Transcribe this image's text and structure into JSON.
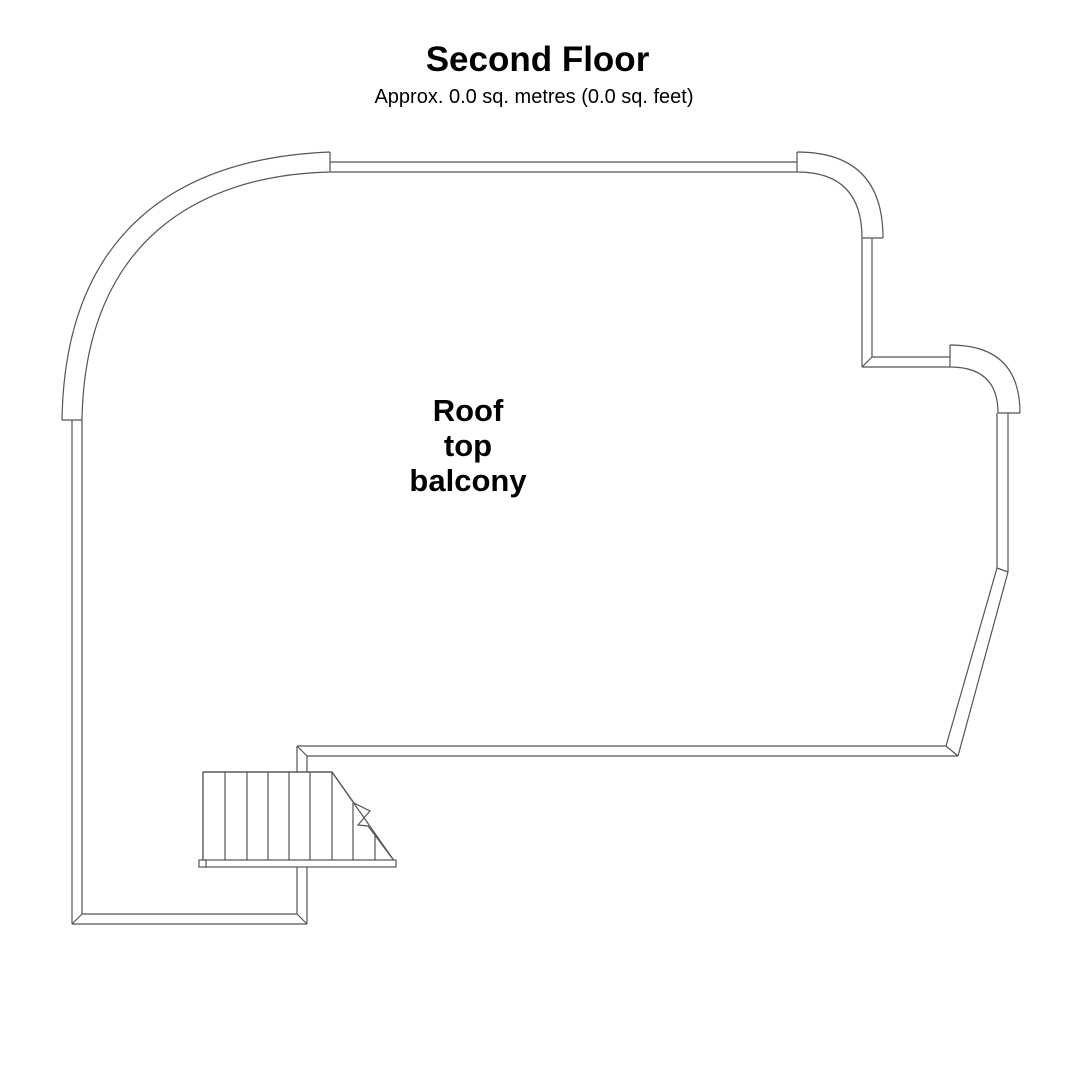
{
  "header": {
    "title": "Second Floor",
    "subtitle": "Approx. 0.0 sq. metres (0.0 sq. feet)"
  },
  "rooms": [
    {
      "lines": [
        "Roof",
        "top",
        "balcony"
      ]
    }
  ],
  "colors": {
    "wall_stroke": "#555555",
    "background": "#ffffff",
    "text": "#000000"
  }
}
